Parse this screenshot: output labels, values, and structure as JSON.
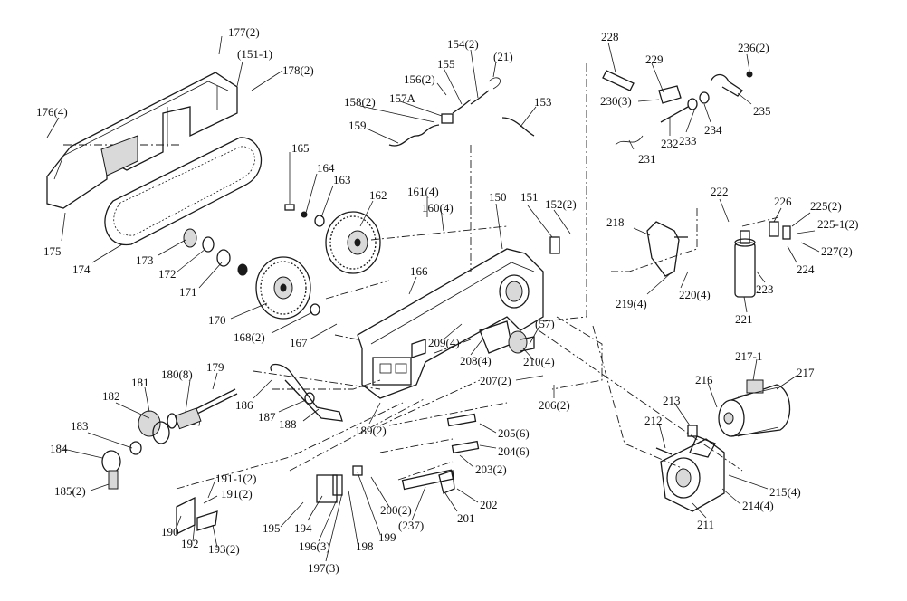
{
  "labels": [
    "177(2)",
    "(151-1)",
    "178(2)",
    "176(4)",
    "175",
    "174",
    "173",
    "172",
    "171",
    "170",
    "168(2)",
    "167",
    "165",
    "164",
    "163",
    "162",
    "166",
    "161(4)",
    "160(4)",
    "150",
    "151",
    "152(2)",
    "154(2)",
    "155",
    "(21)",
    "156(2)",
    "157A",
    "158(2)",
    "159",
    "153",
    "228",
    "229",
    "230(3)",
    "232",
    "233",
    "234",
    "231",
    "236(2)",
    "235",
    "222",
    "226",
    "225(2)",
    "225-1(2)",
    "227(2)",
    "224",
    "223",
    "221",
    "218",
    "219(4)",
    "220(4)",
    "209(4)",
    "208(4)",
    "210(4)",
    "(57)",
    "207(2)",
    "206(2)",
    "179",
    "180(8)",
    "181",
    "182",
    "183",
    "184",
    "185(2)",
    "186",
    "187",
    "188",
    "189(2)",
    "205(6)",
    "204(6)",
    "203(2)",
    "202",
    "201",
    "(237)",
    "200(2)",
    "199",
    "198",
    "197(3)",
    "196(3)",
    "195",
    "194",
    "191-1(2)",
    "191(2)",
    "190",
    "192",
    "193(2)",
    "217-1",
    "217",
    "216",
    "213",
    "212",
    "215(4)",
    "214(4)",
    "211"
  ]
}
